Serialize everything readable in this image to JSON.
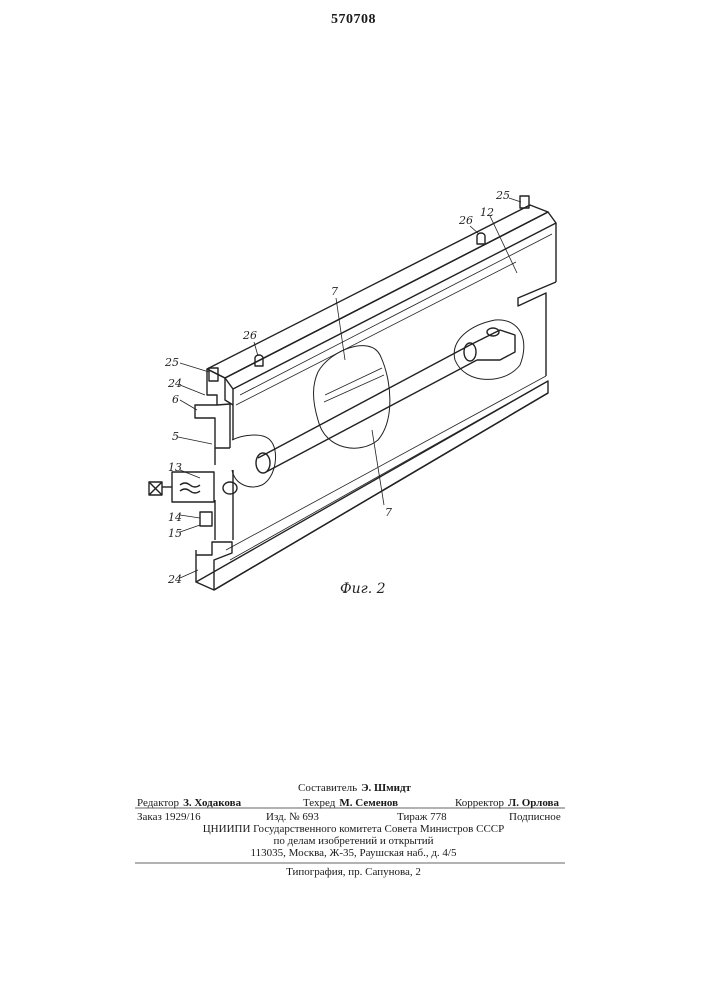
{
  "page_number": "570708",
  "figure": {
    "caption": "Фиг. 2",
    "labels": {
      "l25a": "25",
      "l25b": "25",
      "l26a": "26",
      "l26b": "26",
      "l12": "12",
      "l7a": "7",
      "l7b": "7",
      "l24a": "24",
      "l24b": "24",
      "l6": "6",
      "l5": "5",
      "l13": "13",
      "l14": "14",
      "l15": "15"
    }
  },
  "colophon": {
    "compiler_role": "Составитель",
    "compiler_name": "Э. Шмидт",
    "editor_role": "Редактор",
    "editor_name": "З. Ходакова",
    "techred_role": "Техред",
    "techred_name": "М. Семенов",
    "corrector_role": "Корректор",
    "corrector_name": "Л. Орлова",
    "order": "Заказ 1929/16",
    "edition": "Изд. № 693",
    "circulation": "Тираж 778",
    "subscription": "Подписное",
    "org_line": "ЦНИИПИ Государственного комитета Совета Министров СССР",
    "org_line2": "по делам изобретений и открытий",
    "address": "113035, Москва, Ж-35, Раушская наб., д. 4/5",
    "printer": "Типография, пр. Сапунова, 2"
  }
}
